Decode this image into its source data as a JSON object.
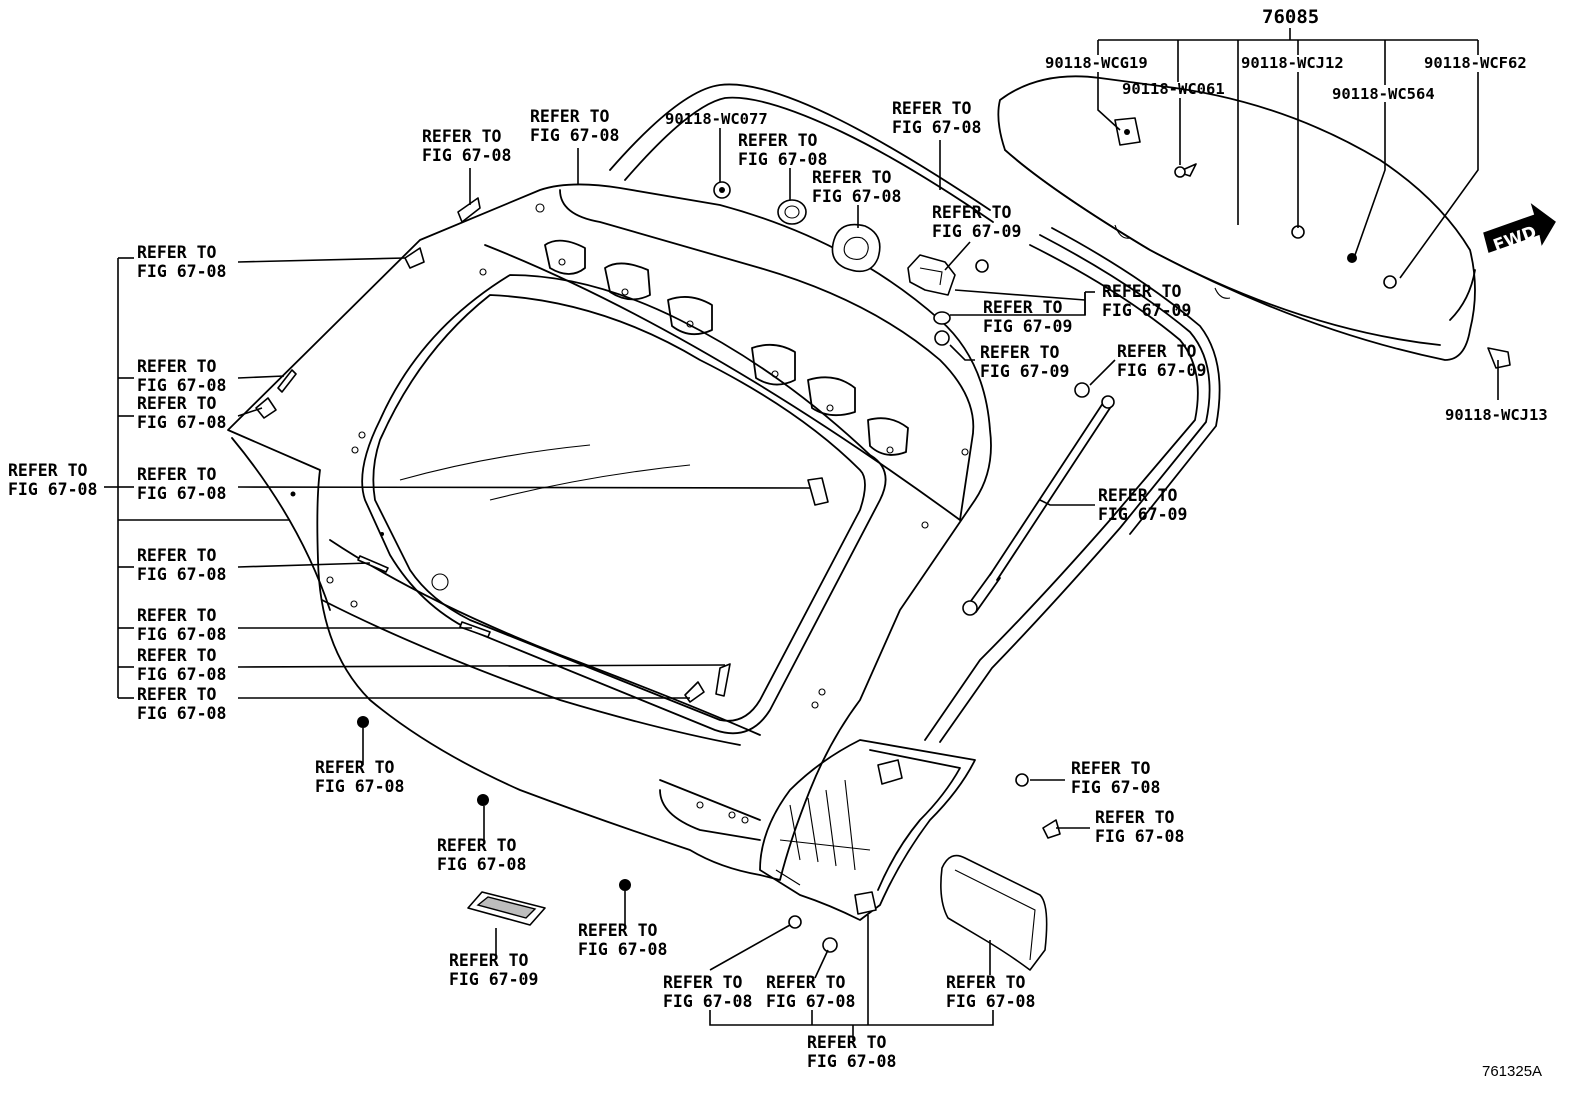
{
  "refer": {
    "fig_67_08": [
      "REFER TO",
      "FIG 67-08"
    ],
    "fig_67_09": [
      "REFER TO",
      "FIG 67-09"
    ]
  },
  "assembly_number": "76085",
  "part_numbers": {
    "wcg19": "90118-WCG19",
    "wc061": "90118-WC061",
    "wcj12": "90118-WCJ12",
    "wc564": "90118-WC564",
    "wcf62": "90118-WCF62",
    "wcj13": "90118-WCJ13",
    "wc077": "90118-WC077"
  },
  "fwd_label": "FWD",
  "diagram_code": "761325A"
}
